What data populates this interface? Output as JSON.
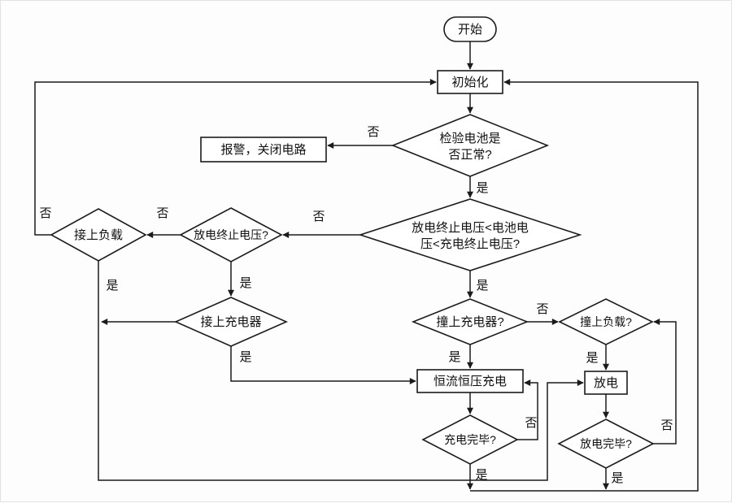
{
  "page": {
    "background": "#ffffff",
    "ink": "#1b1b1b",
    "description": "battery charge/discharge management flowchart"
  },
  "nodes": {
    "start": {
      "label": "开始",
      "type": "terminator"
    },
    "init": {
      "label": "初始化",
      "type": "process"
    },
    "alarm": {
      "label": "报警，关闭电路",
      "type": "process"
    },
    "battery_check": {
      "line1": "检验电池是",
      "line2": "否正常?",
      "type": "decision"
    },
    "voltage_window": {
      "line1": "放电终止电压<电池电",
      "line2": "压<充电终止电压?",
      "type": "decision"
    },
    "discharge_cutoff": {
      "label": "放电终止电压?",
      "type": "decision"
    },
    "connect_load": {
      "label": "接上负载",
      "type": "decision"
    },
    "connect_charger": {
      "label": "接上充电器",
      "type": "decision"
    },
    "charger_attached": {
      "label": "撞上充电器?",
      "type": "decision"
    },
    "load_attached": {
      "label": "撞上负载?",
      "type": "decision"
    },
    "cccv_charge": {
      "label": "恒流恒压充电",
      "type": "process"
    },
    "discharge": {
      "label": "放电",
      "type": "process"
    },
    "charge_done": {
      "label": "充电完毕?",
      "type": "decision"
    },
    "discharge_done": {
      "label": "放电完毕?",
      "type": "decision"
    }
  },
  "edge_labels": {
    "yes": "是",
    "no": "否"
  }
}
